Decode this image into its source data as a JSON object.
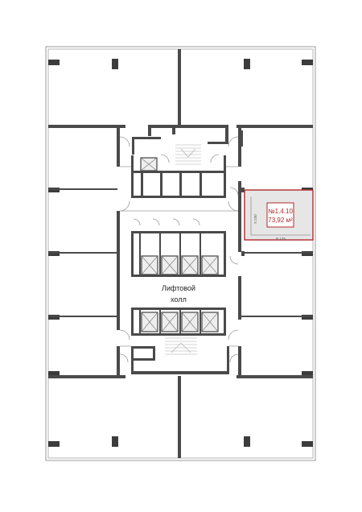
{
  "unit": {
    "number": "№1.4.10",
    "area": "73,92 м²",
    "dim_width": "P 175",
    "dim_height": "5 230"
  },
  "lobby": {
    "line1": "Лифтовой",
    "line2": "холл"
  },
  "colors": {
    "accent": "#b12a2a",
    "highlight_fill": "#e6e6e6",
    "wall": "#4a4a4a"
  }
}
